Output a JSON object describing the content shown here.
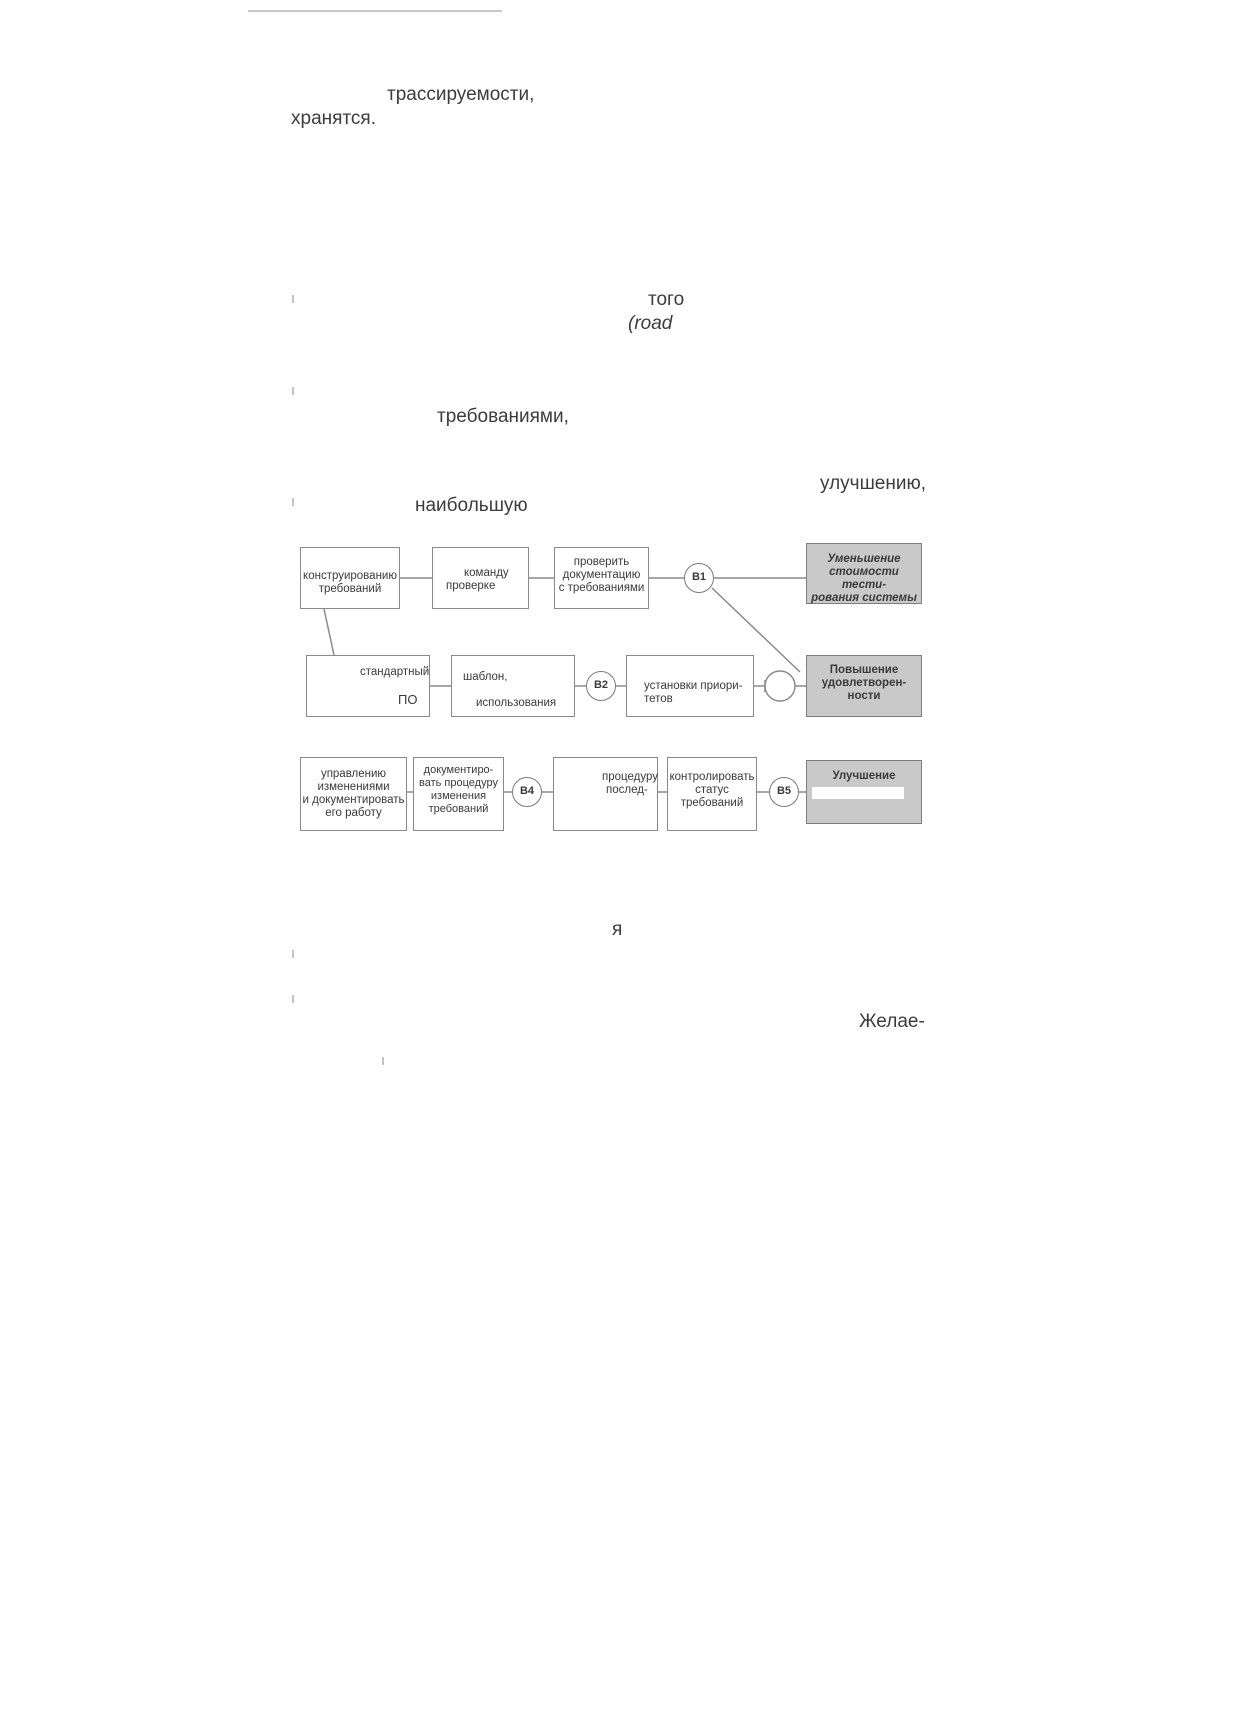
{
  "text": {
    "w1": "трассируемости,",
    "w2": "хранятся.",
    "w3": "того",
    "w4": "(road",
    "w5": "требованиями,",
    "w6": "улучшению,",
    "w7": "наибольшую",
    "w8": "я",
    "w9": "Желае-"
  },
  "diagram": {
    "row1": {
      "box1": "конструированию\nтребований",
      "box2a": "команду",
      "box2b": "проверке",
      "box3": "проверить\nдокументацию\nс требованиями",
      "node": "B1",
      "result": "Уменьшение\nстоимости тести-\nрования системы"
    },
    "row2": {
      "box1a": "стандартный",
      "box1b": "ПО",
      "box2a": "шаблон,",
      "box2b": "использования",
      "node": "B2",
      "box3": "установки приори-\nтетов",
      "result": "Повышение\nудовлетворен-\nности"
    },
    "row3": {
      "box1": "управлению\nизменениями\nи документировать\nего работу",
      "box2": "документиро-\nвать процедуру\nизменения\nтребований",
      "node1": "B4",
      "box3a": "процедуру",
      "box3b": "послед-",
      "box4": "контролировать\nстатус\nтребований",
      "node2": "B5",
      "result": "Улучшение"
    }
  }
}
